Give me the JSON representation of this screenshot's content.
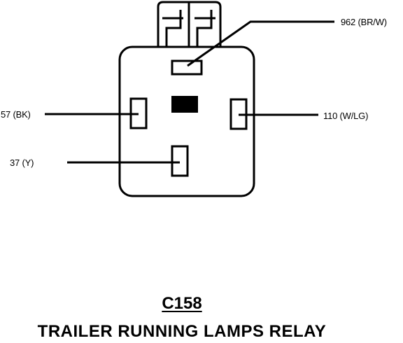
{
  "pins": {
    "top": {
      "label": "962 (BR/W)"
    },
    "left_upper": {
      "label": "57 (BK)"
    },
    "right": {
      "label": "110 (W/LG)"
    },
    "left_lower": {
      "label": "37 (Y)"
    }
  },
  "connector_id": "C158",
  "connector_title": "TRAILER RUNNING LAMPS RELAY"
}
